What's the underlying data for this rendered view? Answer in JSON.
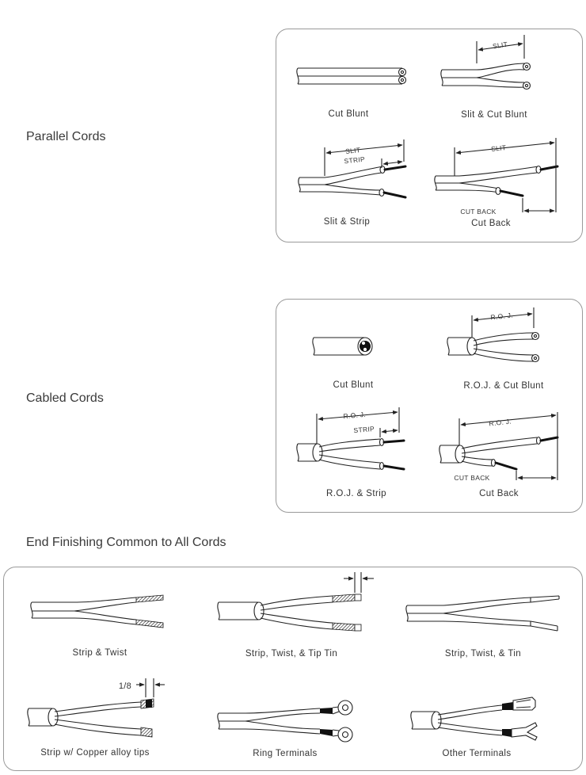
{
  "sections": {
    "parallel": {
      "title": "Parallel Cords"
    },
    "cabled": {
      "title": "Cabled Cords"
    },
    "common": {
      "title": "End Finishing Common to All Cords"
    }
  },
  "parallel_items": {
    "cut_blunt": "Cut  Blunt",
    "slit_cut_blunt": "Slit  &  Cut  Blunt",
    "slit_strip": "Slit  &  Strip",
    "cut_back": "Cut  Back"
  },
  "cabled_items": {
    "cut_blunt": "Cut  Blunt",
    "roj_cut_blunt": "R.O.J. & Cut Blunt",
    "roj_strip": "R.O.J.  & Strip",
    "cut_back": "Cut  Back"
  },
  "common_items": {
    "strip_twist": "Strip  &  Twist",
    "strip_twist_tip_tin": "Strip,  Twist,  &  Tip  Tin",
    "strip_twist_tin": "Strip,  Twist,  &  Tin",
    "strip_copper_tips": "Strip  w/  Copper alloy tips",
    "ring_terminals": "Ring  Terminals",
    "other_terminals": "Other  Terminals"
  },
  "dimension_labels": {
    "slit": "SLIT",
    "strip": "STRIP",
    "cut_back": "CUT  BACK",
    "roj": "R.O. J.",
    "eighth": "1/8"
  }
}
